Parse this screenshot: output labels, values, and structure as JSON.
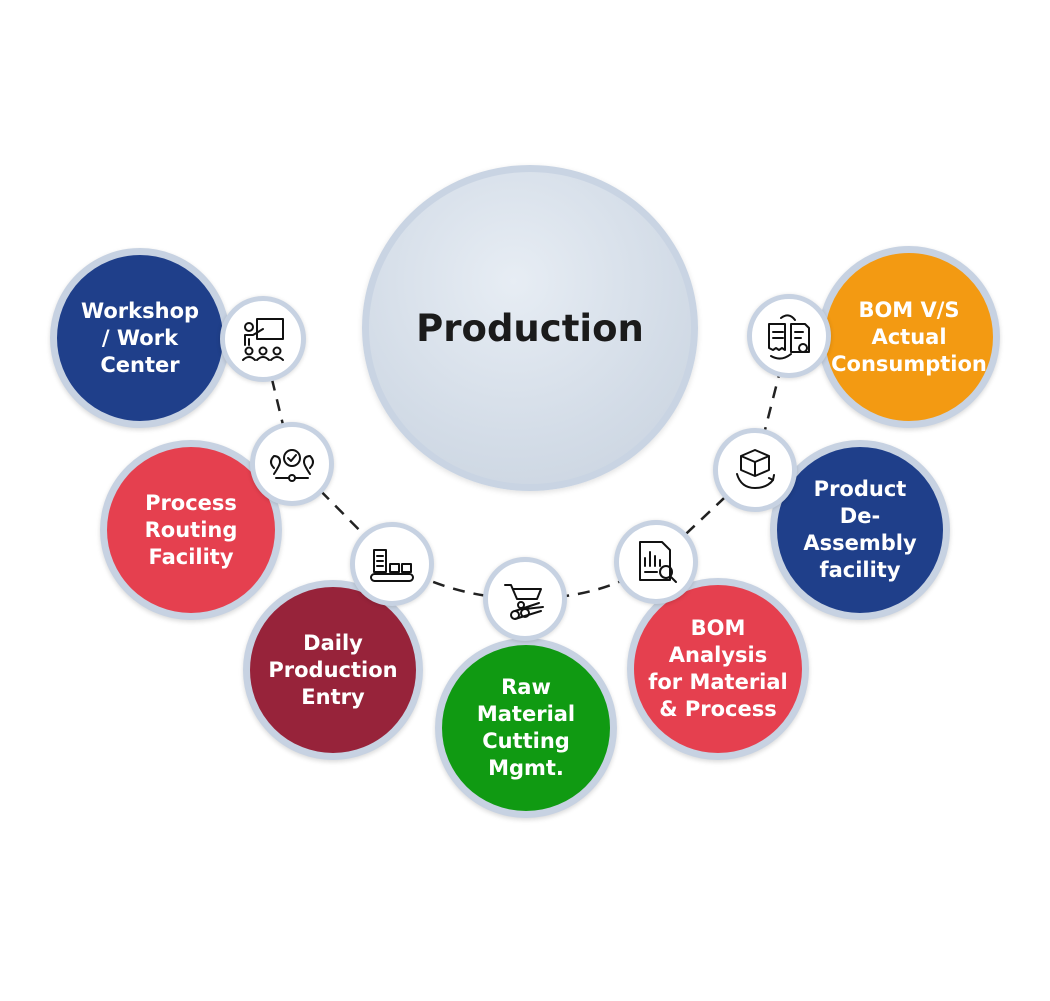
{
  "title": "Production",
  "colors": {
    "navy": "#1f3f8a",
    "red": "#e5404f",
    "maroon": "#97233a",
    "green": "#109a12",
    "orange": "#f39a12",
    "ring": "#c7d2e2"
  },
  "nodes": [
    {
      "label": "Workshop\n/ Work\nCenter",
      "icon": "teacher-presentation-icon",
      "color": "#1f3f8a"
    },
    {
      "label": "Process\nRouting\nFacility",
      "icon": "route-gear-icon",
      "color": "#e5404f"
    },
    {
      "label": "Daily\nProduction\nEntry",
      "icon": "conveyor-belt-icon",
      "color": "#97233a"
    },
    {
      "label": "Raw\nMaterial\nCutting\nMgmt.",
      "icon": "wheelbarrow-logs-icon",
      "color": "#109a12"
    },
    {
      "label": "BOM\nAnalysis\nfor Material\n& Process",
      "icon": "document-analysis-icon",
      "color": "#e5404f"
    },
    {
      "label": "Product\nDe-Assembly\nfacility",
      "icon": "box-return-icon",
      "color": "#1f3f8a"
    },
    {
      "label": "BOM V/S\nActual\nConsumption",
      "icon": "document-compare-icon",
      "color": "#f39a12"
    }
  ]
}
